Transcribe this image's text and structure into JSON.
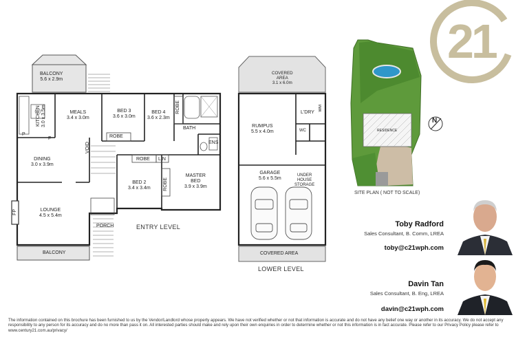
{
  "entry_level": {
    "label": "ENTRY LEVEL",
    "rooms": {
      "balcony_top": {
        "name": "BALCONY",
        "dims": "5.6 x 2.9m"
      },
      "kitchen": {
        "name": "KITCHEN",
        "dims": "3.0 x 3.5m"
      },
      "meals": {
        "name": "MEALS",
        "dims": "3.4 x 3.0m"
      },
      "bed3": {
        "name": "BED 3",
        "dims": "3.6 x 3.0m"
      },
      "bed4": {
        "name": "BED 4",
        "dims": "3.6 x 2.3m"
      },
      "robe_top": "ROBE",
      "robe_mid": "ROBE",
      "robe_bed2": "ROBE",
      "robe_master": "ROBE",
      "lin": "LIN",
      "bath": "BATH",
      "ens": "ENS",
      "void": "VOID",
      "dining": {
        "name": "DINING",
        "dims": "3.0 x 3.9m"
      },
      "bed2": {
        "name": "BED 2",
        "dims": "3.4 x 3.4m"
      },
      "master": {
        "name": "MASTER",
        "name2": "BED",
        "dims": "3.9 x 3.9m"
      },
      "lounge": {
        "name": "LOUNGE",
        "dims": "4.5 x 5.4m"
      },
      "fp": "FP",
      "porch": "PORCH",
      "balcony_bottom": "BALCONY",
      "p": "P",
      "f": "F"
    }
  },
  "lower_level": {
    "label": "LOWER LEVEL",
    "rooms": {
      "covered_top": {
        "name": "COVERED",
        "name2": "AREA",
        "dims": "3.1 x 6.0m"
      },
      "rumpus": {
        "name": "RUMPUS",
        "dims": "5.5 x 4.0m"
      },
      "ldry": "L'DRY",
      "wm": "WM",
      "wc": "WC",
      "garage": {
        "name": "GARAGE",
        "dims": "5.6 x 5.5m"
      },
      "storage": {
        "line1": "UNDER",
        "line2": "HOUSE",
        "line3": "STORAGE"
      },
      "covered_bottom": "COVERED AREA"
    }
  },
  "site_plan": {
    "label": "SITE PLAN ( NOT TO SCALE)",
    "residence": "RESIDENCE",
    "north": "N"
  },
  "brand": {
    "logo_text": "21",
    "color": "#C8BE9E"
  },
  "agents": [
    {
      "name": "Toby Radford",
      "role": "Sales Consultant, B. Comm, LREA",
      "email": "toby@c21wph.com"
    },
    {
      "name": "Davin Tan",
      "role": "Sales Consultant, B. Eng, LREA",
      "email": "davin@c21wph.com"
    }
  ],
  "disclaimer": "The information contained on this brochure has been furnished to us by the Vendor/Landlord whose property appears. We have not verified whether or not that information is accurate and do not have any belief one way or another in its accuracy. We do not accept any responsibility to any person for its accuracy and do no more than pass it on. All interested parties should make and rely upon their own enquiries in order to determine whether or not this information is in fact accurate. Please refer to our Privacy Policy please refer to www.century21.com.au/privacy/"
}
